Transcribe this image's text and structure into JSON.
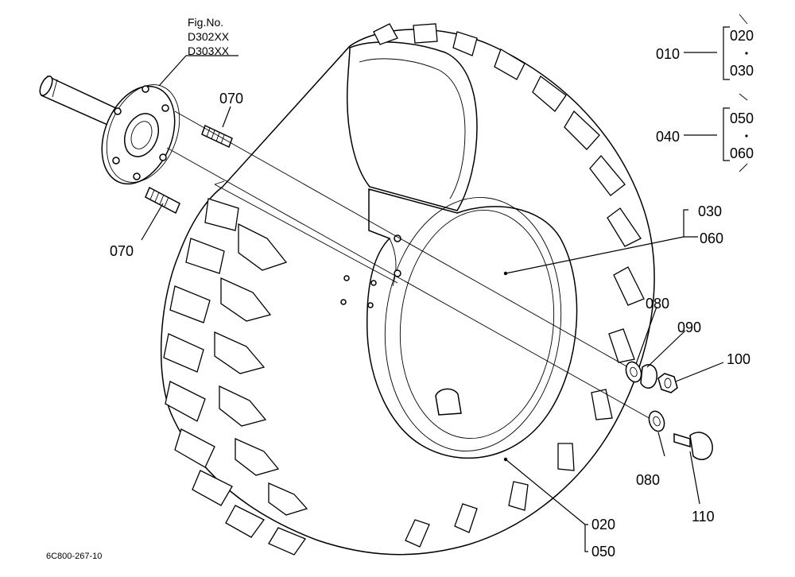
{
  "figure": {
    "fig_no_label": "Fig.No.",
    "fig_codes": [
      "D302XX",
      "D303XX"
    ],
    "drawing_id": "6C800-267-10"
  },
  "callouts": {
    "stud_upper": "070",
    "stud_lower": "070",
    "assembly_tire": "010",
    "assembly_tire_range": [
      "020",
      "030"
    ],
    "assembly_tire_alt": "040",
    "assembly_tire_alt_range": [
      "050",
      "060"
    ],
    "rim_pair": [
      "030",
      "060"
    ],
    "tire_pair": [
      "020",
      "050"
    ],
    "washer_upper": "080",
    "lock_washer": "090",
    "nut": "100",
    "washer_lower": "080",
    "bolt": "110"
  },
  "colors": {
    "line": "#000000",
    "background": "#ffffff",
    "shade": "#bdbdbd"
  }
}
